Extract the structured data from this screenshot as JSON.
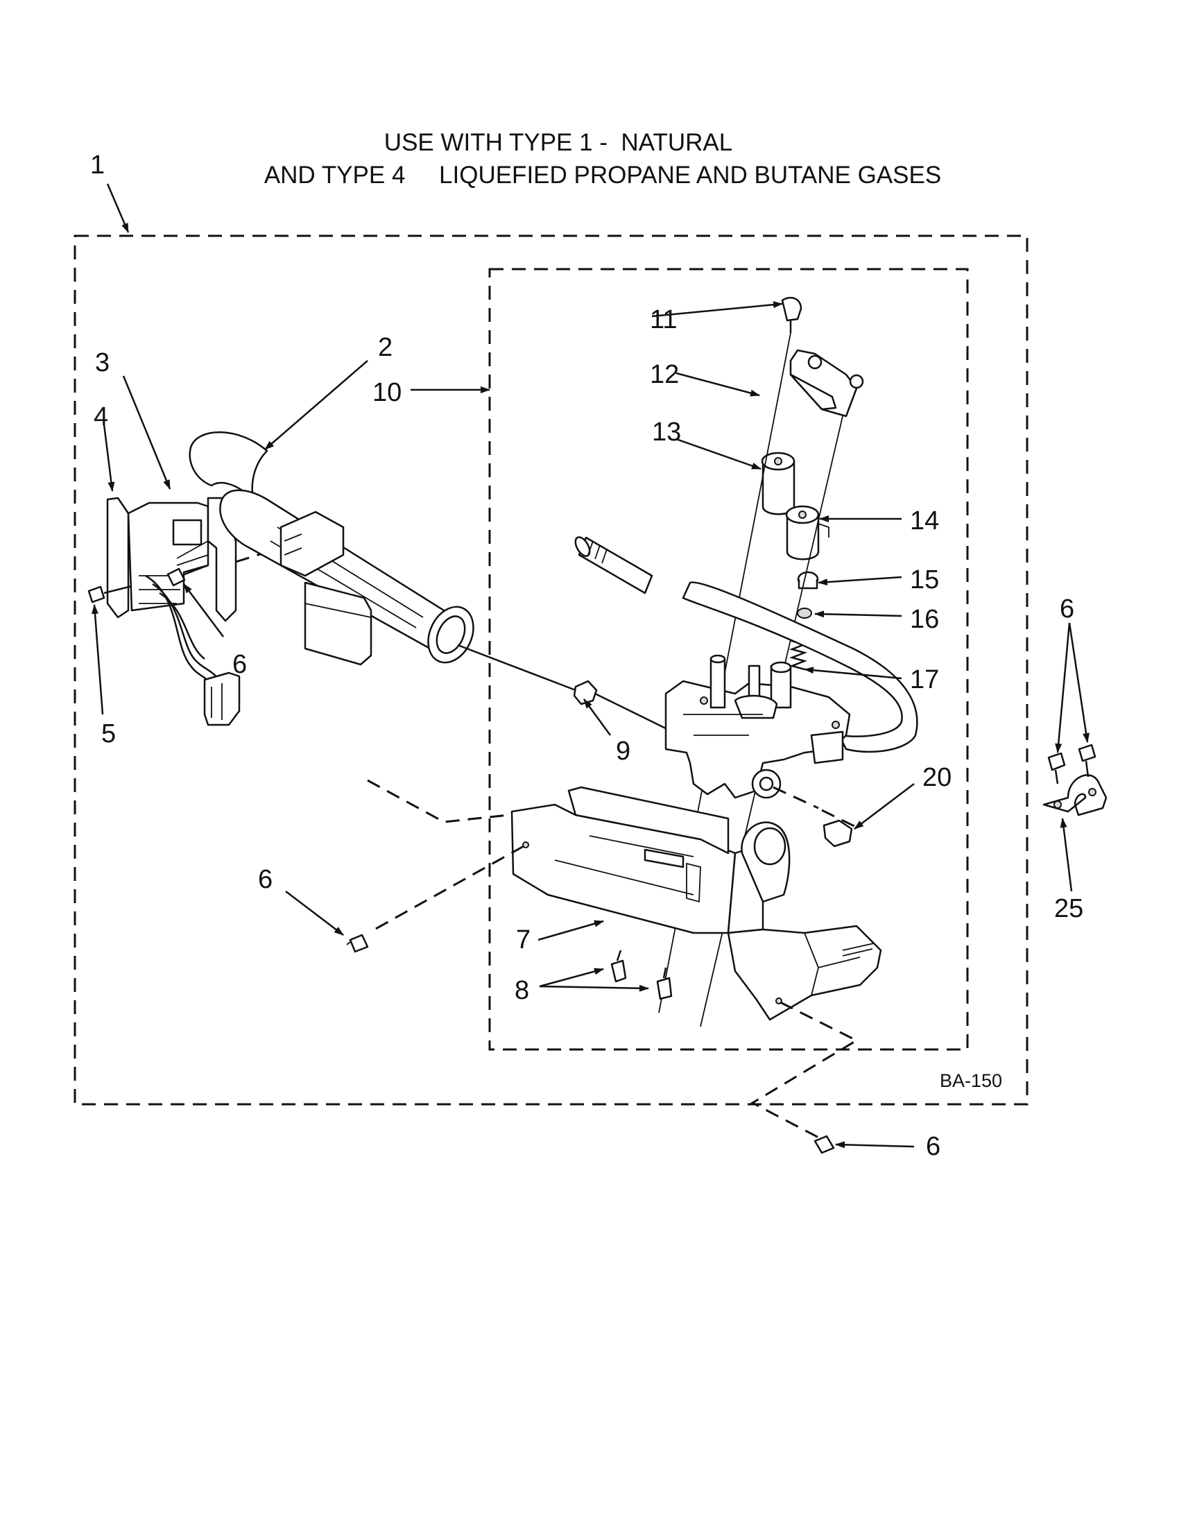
{
  "header": {
    "line1": "USE WITH TYPE 1 -  NATURAL",
    "line2": "AND TYPE 4     LIQUEFIED PROPANE AND BUTANE GASES"
  },
  "figure_code": "BA-150",
  "callouts": {
    "c1": "1",
    "c2": "2",
    "c3": "3",
    "c4": "4",
    "c5": "5",
    "c6a": "6",
    "c6b": "6",
    "c6c": "6",
    "c6d": "6",
    "c7": "7",
    "c8": "8",
    "c9": "9",
    "c10": "10",
    "c11": "11",
    "c12": "12",
    "c13": "13",
    "c14": "14",
    "c15": "15",
    "c16": "16",
    "c17": "17",
    "c20": "20",
    "c25": "25"
  }
}
